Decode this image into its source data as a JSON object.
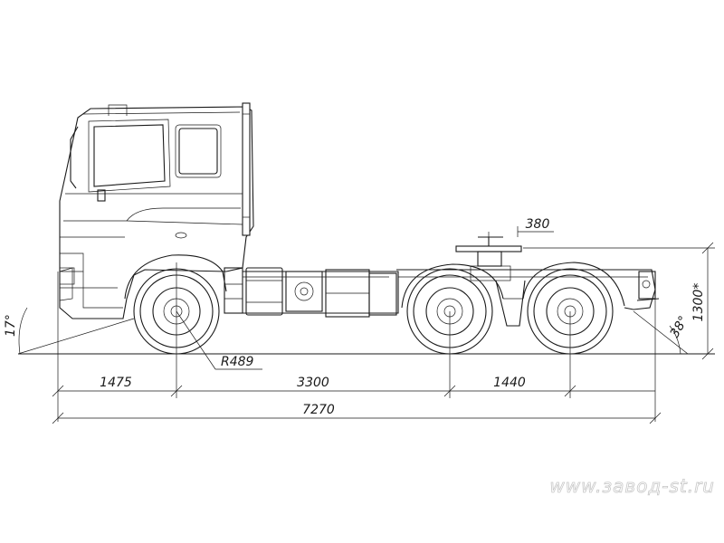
{
  "dimensions": {
    "front_overhang": "1475",
    "wheelbase_front": "3300",
    "rear_axle_spacing": "1440",
    "overall_length": "7270",
    "fifth_wheel_offset": "380",
    "fifth_wheel_height": "1300*",
    "wheel_radius": "R489",
    "approach_angle": "17°",
    "departure_angle": "38°"
  },
  "watermark": "www.завод-st.ru"
}
